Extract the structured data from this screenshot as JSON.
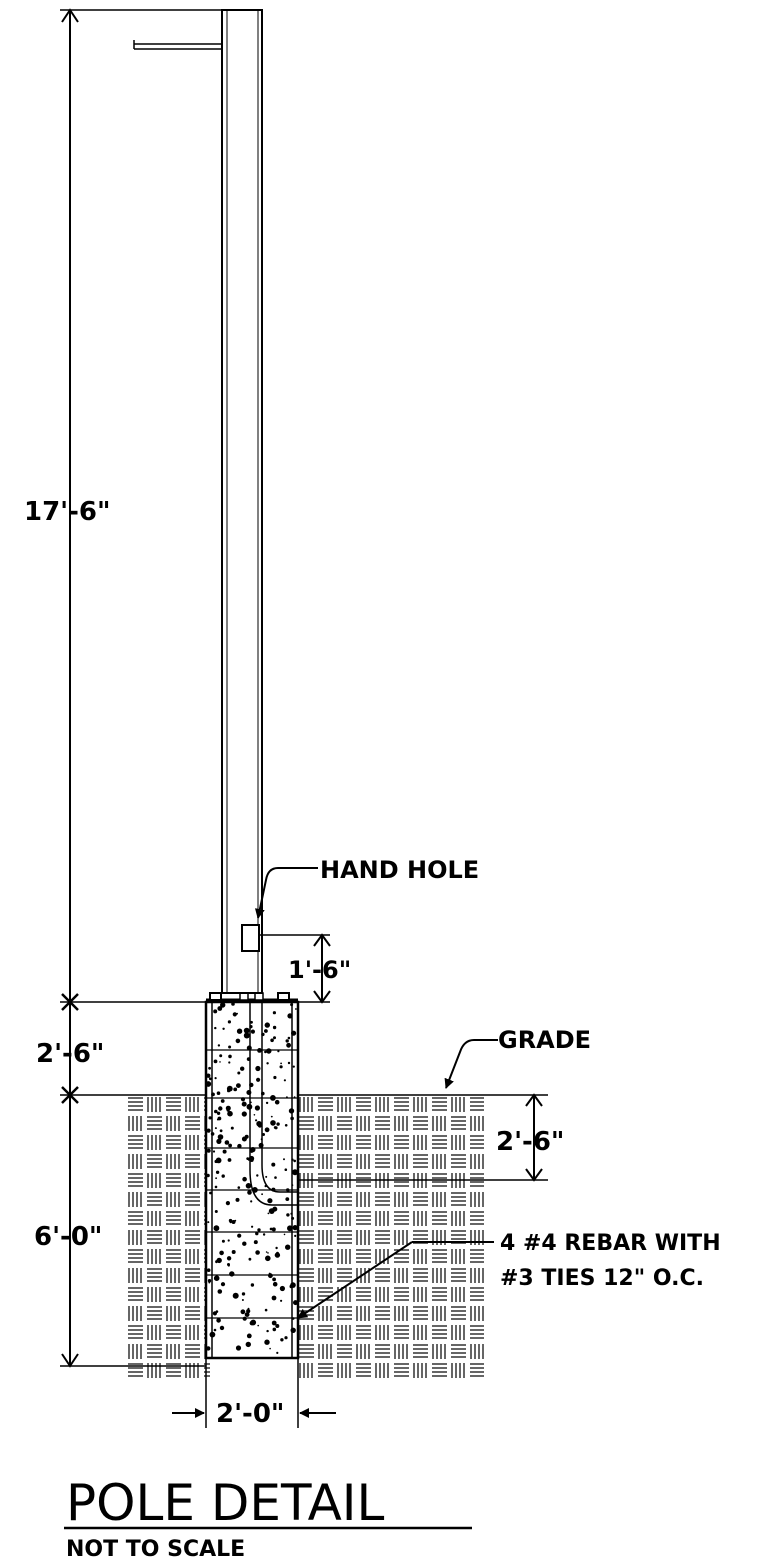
{
  "drawing": {
    "title": "POLE DETAIL",
    "subtitle": "NOT TO SCALE",
    "dimensions": {
      "pole_height": "17'-6\"",
      "hand_hole_height": "1'-6\"",
      "pier_above_grade": "2'-6\"",
      "pier_below_grade": "6'-0\"",
      "grade_to_rebar": "2'-6\"",
      "pier_width": "2'-0\""
    },
    "callouts": {
      "hand_hole": "HAND HOLE",
      "grade": "GRADE",
      "rebar_line1": "4 #4 REBAR WITH",
      "rebar_line2": "#3 TIES 12\" O.C."
    },
    "colors": {
      "ink": "#000000",
      "paper": "#ffffff"
    }
  }
}
